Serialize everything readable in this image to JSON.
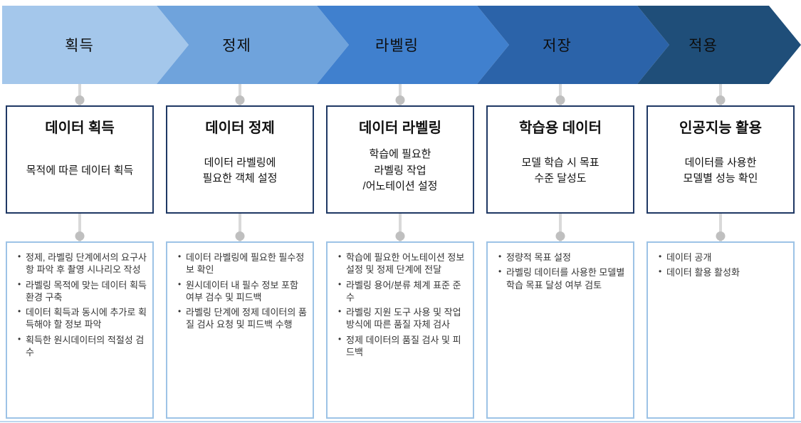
{
  "stages": [
    {
      "chevron_label": "획득",
      "chevron_color": "#A4C7EB",
      "title": "데이터 획득",
      "subtitle": "목적에 따른 데이터 획득",
      "bullets": [
        "정제, 라벨링 단계에서의 요구사항 파악 후 촬영 시나리오 작성",
        "라벨링 목적에 맞는 데이터 획득 환경 구축",
        "데이터 획득과 동시에 추가로 획득해야 할 정보 파악",
        "획득한 원시데이터의 적절성 검수"
      ]
    },
    {
      "chevron_label": "정제",
      "chevron_color": "#6FA3DC",
      "title": "데이터 정제",
      "subtitle": "데이터 라벨링에\n필요한 객체 설정",
      "bullets": [
        "데이터 라벨링에 필요한 필수정보 확인",
        "원시데이터 내 필수 정보 포함 여부 검수 및 피드백",
        "라벨링 단계에 정제 데이터의 품질 검사 요청 및 피드백 수행"
      ]
    },
    {
      "chevron_label": "라벨링",
      "chevron_color": "#4080CE",
      "title": "데이터 라벨링",
      "subtitle": "학습에 필요한\n라벨링 작업\n/어노테이션 설정",
      "bullets": [
        "학습에 필요한 어노테이션 정보 설정 및 정제 단계에 전달",
        "라벨링 용어/분류 체계 표준 준수",
        "라벨링 지원 도구 사용 및 작업 방식에 따른 품질 자체 검사",
        "정제 데이터의 품질 검사 및 피드백"
      ]
    },
    {
      "chevron_label": "저장",
      "chevron_color": "#2B63A9",
      "title": "학습용 데이터",
      "subtitle": "모델 학습 시 목표\n수준 달성도",
      "bullets": [
        "정량적 목표 설정",
        "라벨링 데이터를 사용한 모델별 학습 목표 달성 여부 검토"
      ]
    },
    {
      "chevron_label": "적용",
      "chevron_color": "#1F4E79",
      "title": "인공지능 활용",
      "subtitle": "데이터를 사용한\n모델별 성능 확인",
      "bullets": [
        "데이터 공개",
        "데이터 활용 활성화"
      ]
    }
  ],
  "colors": {
    "stage_box_border": "#1F3864",
    "detail_box_border": "#9DC3E6",
    "connector_line": "#D9D9D9",
    "connector_dot": "#BFBFBF",
    "bottom_strip": "#BDD7EE"
  }
}
